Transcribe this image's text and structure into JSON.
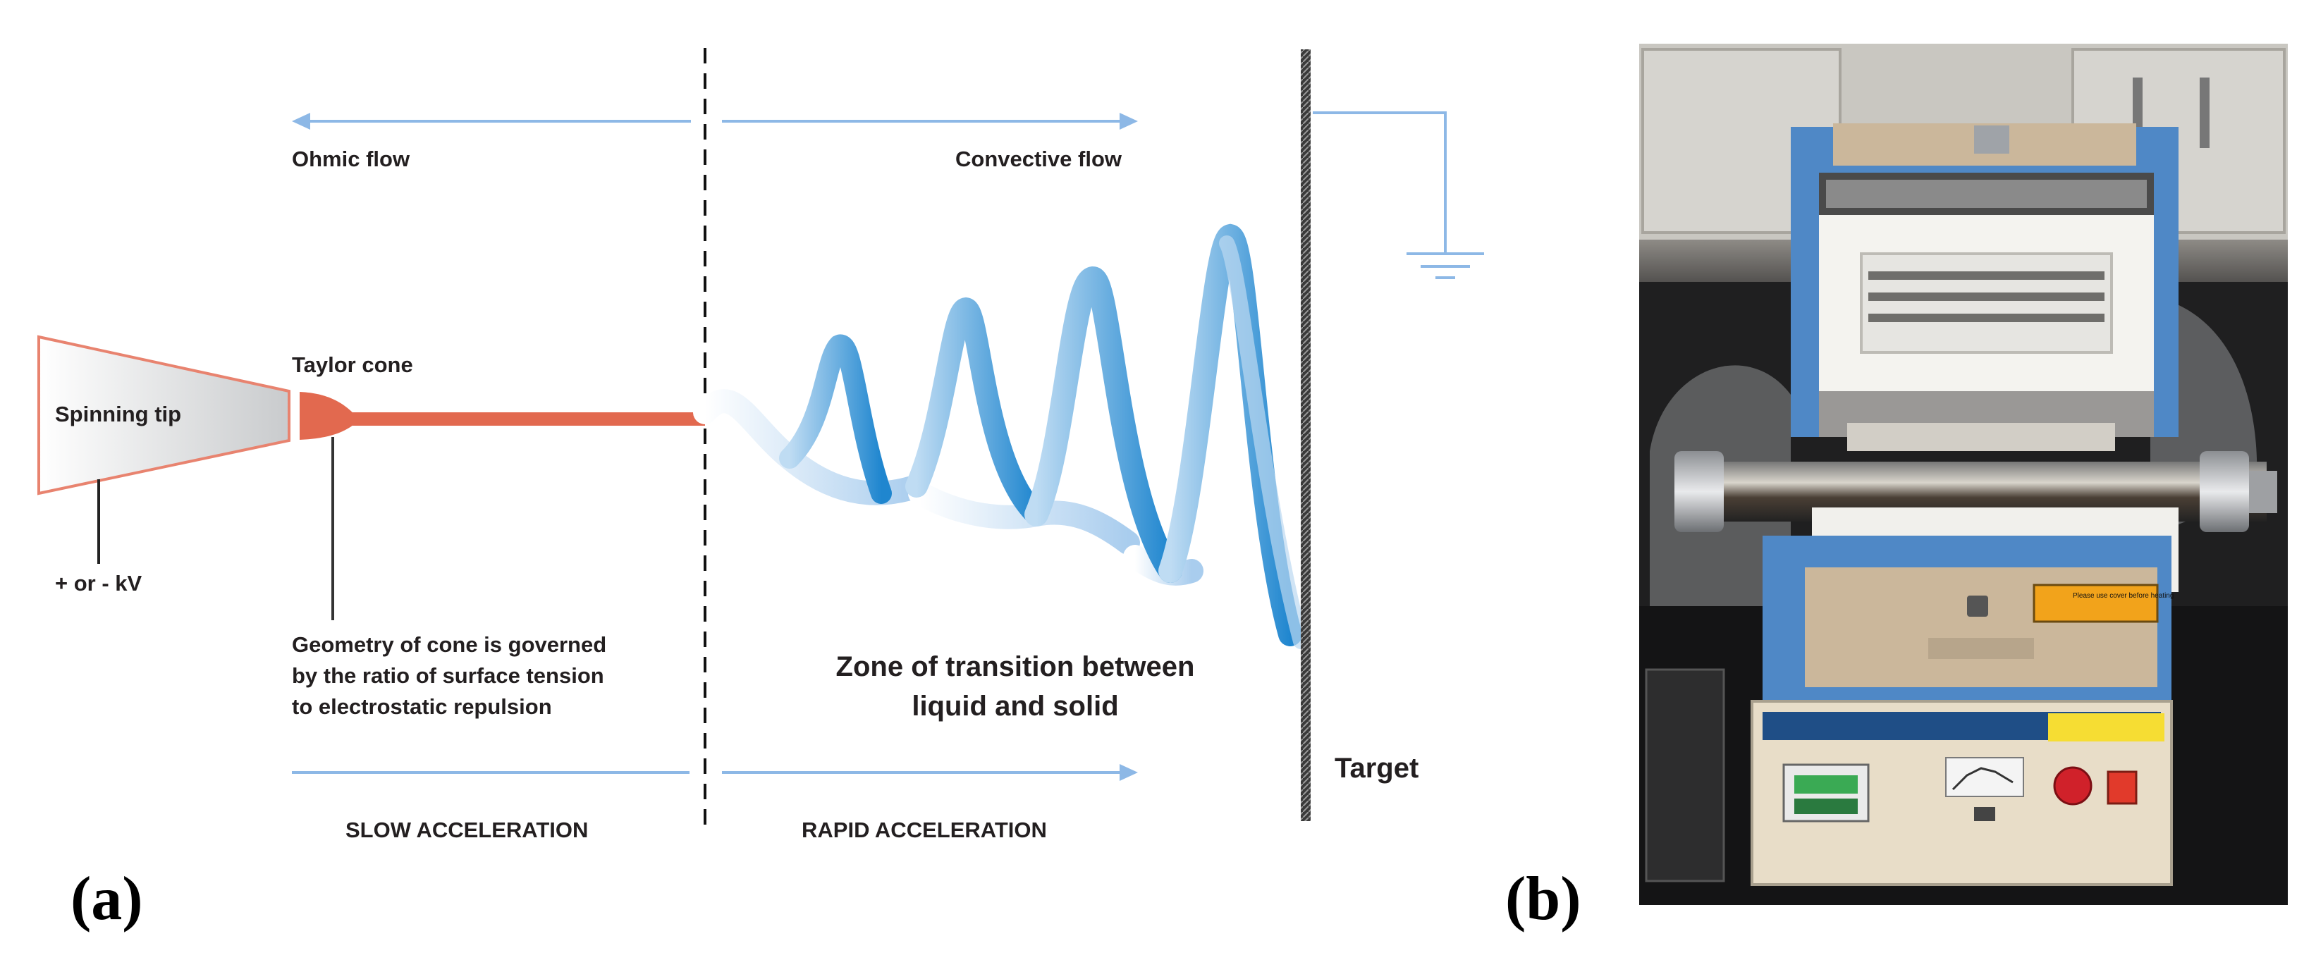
{
  "panel_a": {
    "label": "(a)",
    "ohmic_flow": "Ohmic flow",
    "convective_flow": "Convective flow",
    "taylor_cone": "Taylor cone",
    "spinning_tip": "Spinning tip",
    "voltage": "+ or - kV",
    "geometry_note": [
      "Geometry of cone is governed",
      "by the ratio of surface tension",
      "to electrostatic repulsion"
    ],
    "zone_note": [
      "Zone of transition between",
      "liquid and solid"
    ],
    "target": "Target",
    "slow_acceleration": "SLOW ACCELERATION",
    "rapid_acceleration": "RAPID ACCELERATION",
    "colors": {
      "arrow": "#8db8e6",
      "jet": "#e2694f",
      "whip": "#2a8fd4",
      "nozzle_edge": "#e8836f"
    }
  },
  "panel_b": {
    "label": "(b)",
    "sticker_text": "Please use cover before heating"
  }
}
